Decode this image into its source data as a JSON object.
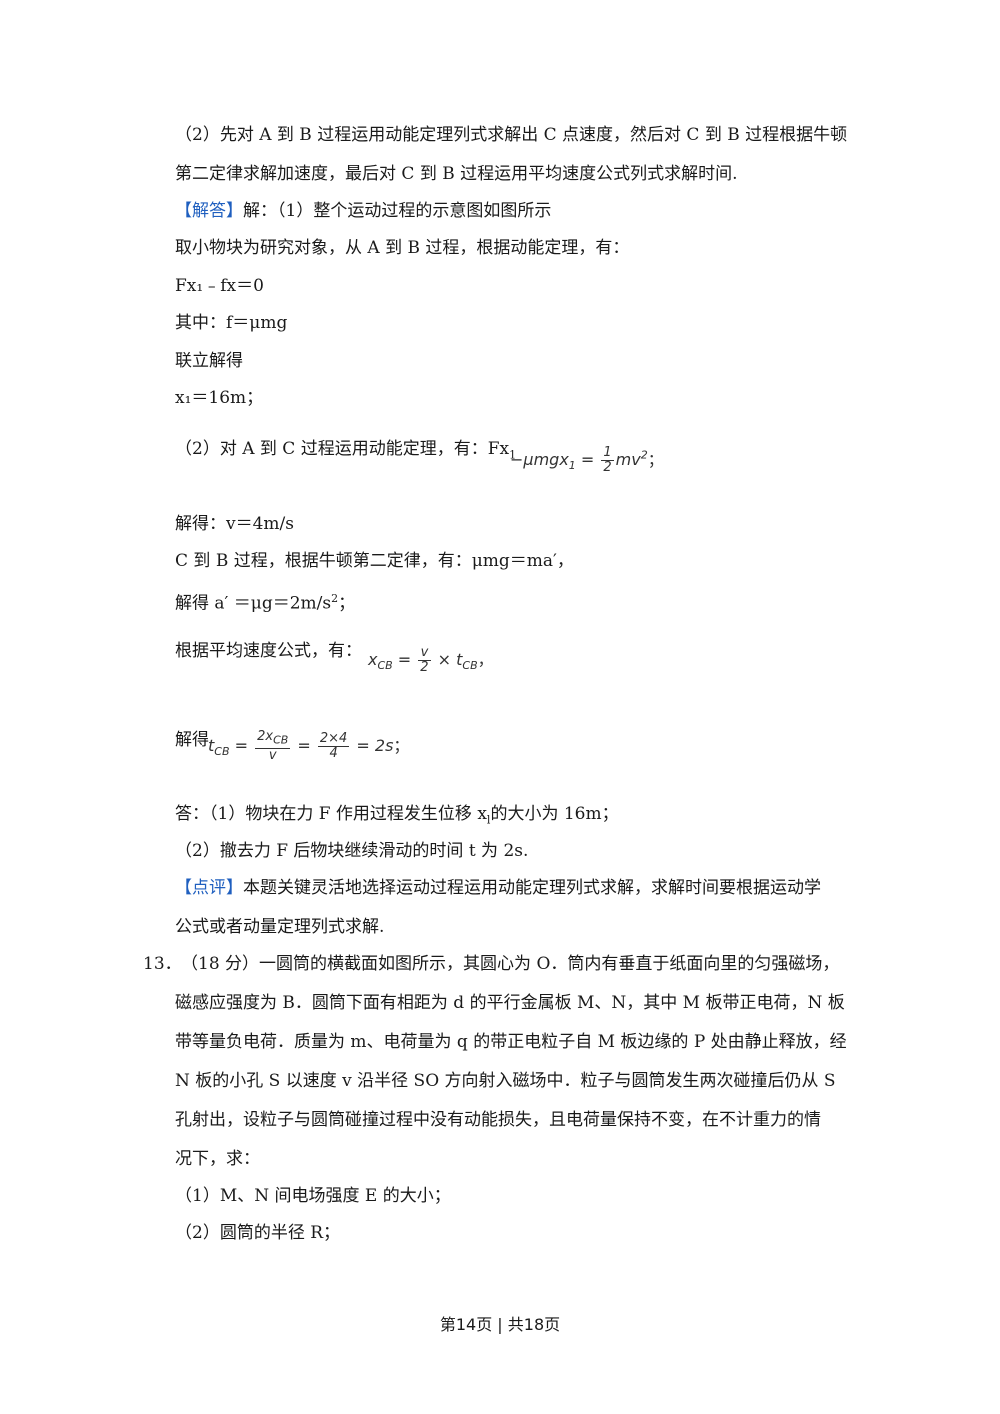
{
  "lines": {
    "l1": "（2）先对 A 到 B 过程运用动能定理列式求解出 C 点速度，然后对 C 到 B 过程根据牛顿",
    "l2": "第二定律求解加速度，最后对 C 到 B 过程运用平均速度公式列式求解时间.",
    "l3_tag": "【解答】",
    "l3_text": "解：（1）整个运动过程的示意图如图所示",
    "l4": "取小物块为研究对象，从 A 到 B 过程，根据动能定理，有：",
    "l5": "Fx₁﹣fx＝0",
    "l6": "其中：f＝μmg",
    "l7": "联立解得",
    "l8": "x₁＝16m；",
    "l9": "（2）对 A 到 C 过程运用动能定理，有：Fx",
    "l9_sub": "1",
    "l10": "解得：v＝4m/s",
    "l11": "C 到 B 过程，根据牛顿第二定律，有：μmg＝ma′，",
    "l12a": "解得 a′ ＝μg＝2m/s",
    "l12_sup": "2",
    "l12b": "；",
    "l13": "根据平均速度公式，有：",
    "l14": "解得",
    "l15": "答：（1）物块在力 F 作用过程发生位移 x",
    "l15_sub": "l",
    "l15b": "的大小为 16m；",
    "l16": "（2）撤去力 F 后物块继续滑动的时间 t 为 2s.",
    "l17_tag": "【点评】",
    "l17_text": "本题关键灵活地选择运动过程运用动能定理列式求解，求解时间要根据运动学",
    "l18": "公式或者动量定理列式求解.",
    "q13_num": "13．",
    "q13_l1": "（18 分）一圆筒的横截面如图所示，其圆心为 O．筒内有垂直于纸面向里的匀强磁场，",
    "q13_l2": "磁感应强度为 B．圆筒下面有相距为 d 的平行金属板 M、N，其中 M 板带正电荷，N 板",
    "q13_l3": "带等量负电荷．质量为 m、电荷量为 q 的带正电粒子自 M 板边缘的 P 处由静止释放，经",
    "q13_l4": "N 板的小孔 S 以速度 v 沿半径 SO 方向射入磁场中．粒子与圆筒发生两次碰撞后仍从 S",
    "q13_l5": "孔射出，设粒子与圆筒碰撞过程中没有动能损失，且电荷量保持不变，在不计重力的情",
    "q13_l6": "况下，求：",
    "q13_l7": "（1）M、N 间电场强度 E 的大小；",
    "q13_l8": "（2）圆筒的半径 R；"
  },
  "math": {
    "eq1_lhs": "−μmgx",
    "eq1_sub": "1",
    "eq1_eq": " = ",
    "eq1_num": "1",
    "eq1_den": "2",
    "eq1_rhs": "mv",
    "eq1_sup": "2",
    "eq1_end": "；",
    "eq2_lhs": "x",
    "eq2_sub": "CB",
    "eq2_eq": " = ",
    "eq2_num": "v",
    "eq2_den": "2",
    "eq2_times": " × t",
    "eq2_sub2": "CB",
    "eq2_end": "，",
    "eq3_lhs": "t",
    "eq3_sub": "CB",
    "eq3_eq1": " = ",
    "eq3_num1": "2x",
    "eq3_num1_sub": "CB",
    "eq3_den1": "v",
    "eq3_eq2": " = ",
    "eq3_num2": "2×4",
    "eq3_den2": "4",
    "eq3_rhs": " = 2s",
    "eq3_end": "；"
  },
  "footer": {
    "text": "第14页 | 共18页"
  }
}
